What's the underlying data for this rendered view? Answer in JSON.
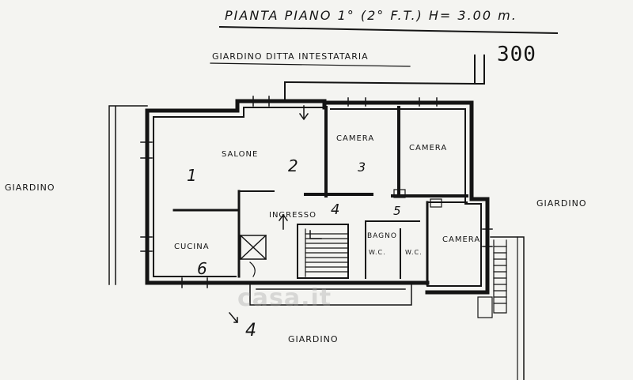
{
  "plan": {
    "title": "PIANTA PIANO 1° (2° F.T.) H= 3.00 m.",
    "scale_label": "300",
    "labels": {
      "garden_top": "GIARDINO DITTA INTESTATARIA",
      "garden_left": "GIARDINO",
      "garden_right": "GIARDINO",
      "garden_bottom": "GIARDINO"
    },
    "rooms": {
      "salone": "SALONE",
      "camera_1": "CAMERA",
      "camera_2": "CAMERA",
      "camera_3": "CAMERA",
      "ingresso": "INGRESSO",
      "cucina": "CUCINA",
      "bagno": "BAGNO",
      "wc_1": "W.C.",
      "wc_2": "W.C."
    },
    "numbers": {
      "n1": "1",
      "n2": "2",
      "n3": "3",
      "n4": "4",
      "n5": "5",
      "n6": "6",
      "n7": "4"
    },
    "watermark": "casa.it"
  },
  "colors": {
    "ink": "#141414",
    "paper": "#f4f4f1"
  }
}
